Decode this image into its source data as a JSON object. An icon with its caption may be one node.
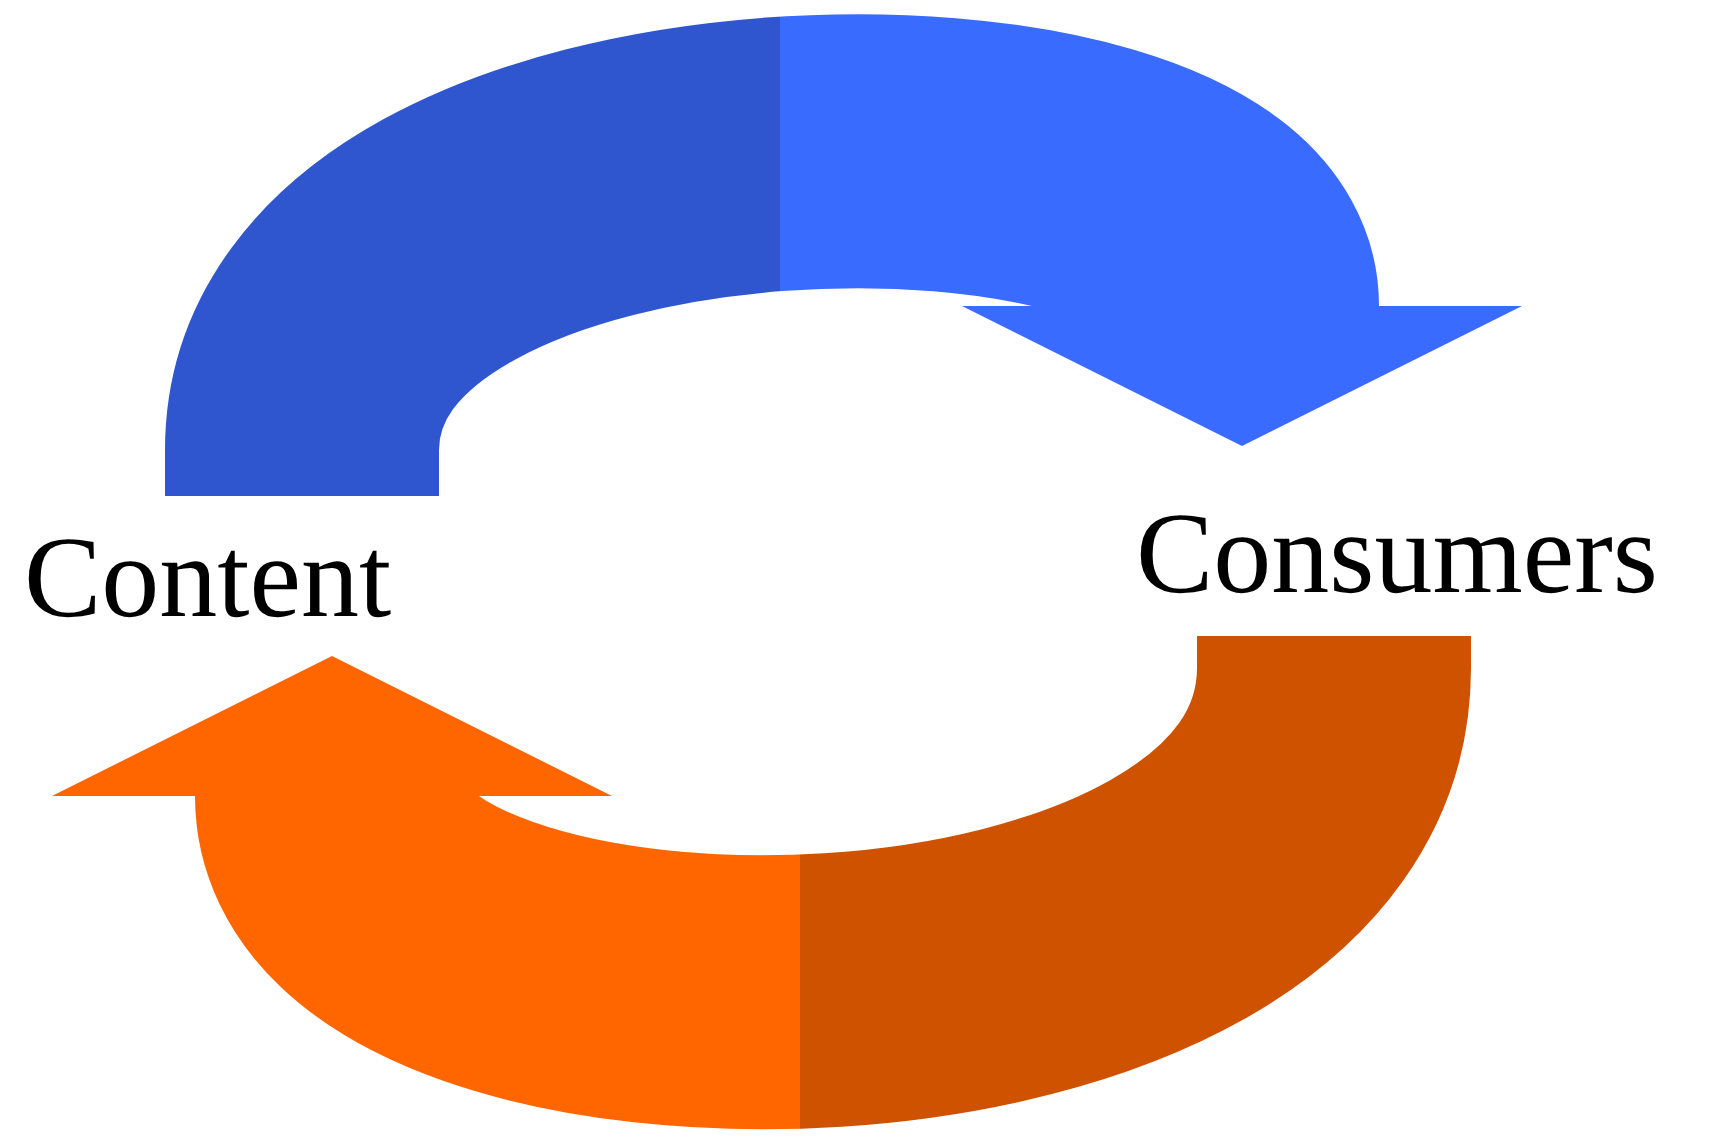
{
  "diagram": {
    "nodes": [
      {
        "text": [
          "Content"
        ]
      },
      {
        "text": [
          "Consumers"
        ]
      }
    ],
    "edges": [
      {
        "from": 0,
        "to": 1,
        "arrow": "to",
        "style": "thick",
        "color": "#3a6bff"
      },
      {
        "from": 1,
        "to": 0,
        "arrow": "to",
        "style": "thick",
        "color": "#ff6600"
      }
    ]
  }
}
